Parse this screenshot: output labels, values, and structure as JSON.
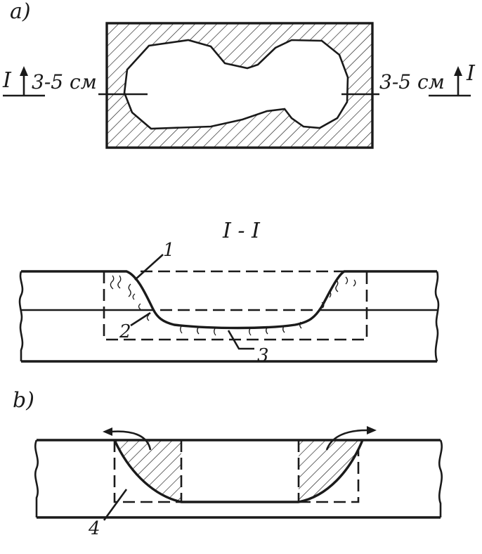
{
  "panel_a": {
    "label": "a)",
    "left_section_mark": "I",
    "right_section_mark": "I",
    "left_offset_label": "3-5 см",
    "right_offset_label": "3-5 см"
  },
  "section_view": {
    "title": "I - I",
    "callout_1": "1",
    "callout_2": "2",
    "callout_3": "3"
  },
  "panel_b": {
    "label": "b)",
    "callout_4": "4"
  }
}
